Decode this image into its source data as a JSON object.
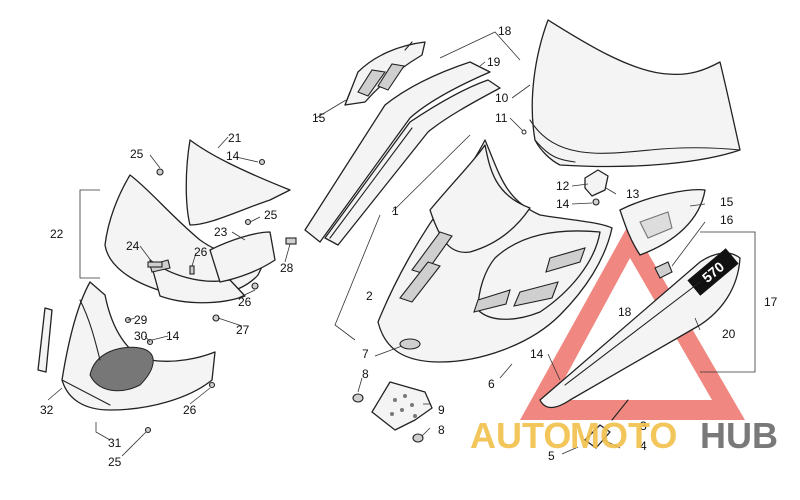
{
  "callouts": {
    "c1": "1",
    "c2": "2",
    "c3": "3",
    "c4": "4",
    "c5": "5",
    "c6": "6",
    "c7": "7",
    "c8a": "8",
    "c8b": "8",
    "c9": "9",
    "c10": "10",
    "c11": "11",
    "c12": "12",
    "c13": "13",
    "c14a": "14",
    "c14b": "14",
    "c14c": "14",
    "c14d": "14",
    "c15a": "15",
    "c15b": "15",
    "c16": "16",
    "c17": "17",
    "c18a": "18",
    "c18b": "18",
    "c19": "19",
    "c20": "20",
    "c21": "21",
    "c22": "22",
    "c23": "23",
    "c24": "24",
    "c25a": "25",
    "c25b": "25",
    "c25c": "25",
    "c26a": "26",
    "c26b": "26",
    "c26c": "26",
    "c27": "27",
    "c28": "28",
    "c29": "29",
    "c30": "30",
    "c31": "31",
    "c32": "32"
  },
  "decal": {
    "text": "570"
  },
  "watermark": {
    "part1": "AUTO",
    "part2": "MOTO",
    "part3": "HUB",
    "colors": {
      "auto": "#f2c04a",
      "moto": "#f2c04a",
      "hub": "#6b6b6b",
      "triangle": "#e8443a"
    }
  }
}
